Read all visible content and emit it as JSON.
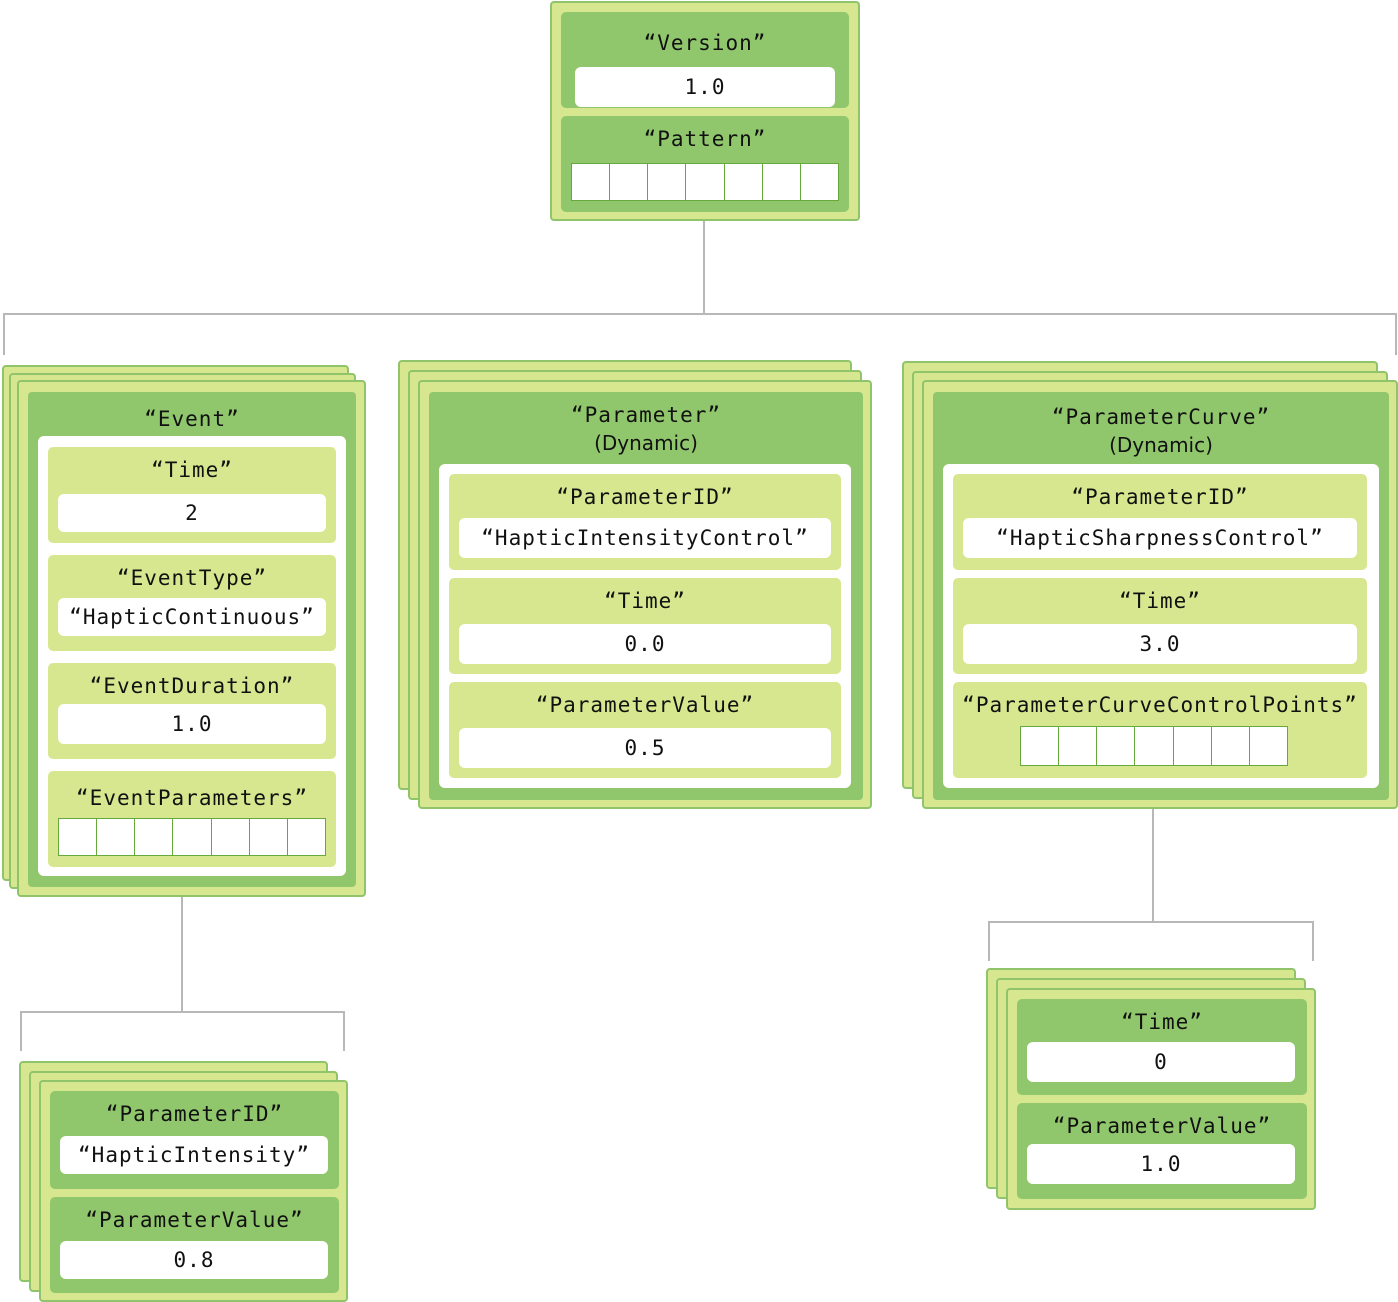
{
  "root": {
    "version_key": "“Version”",
    "version_value": "1.0",
    "pattern_key": "“Pattern”"
  },
  "event": {
    "title": "“Event”",
    "time_key": "“Time”",
    "time_value": "2",
    "type_key": "“EventType”",
    "type_value": "“HapticContinuous”",
    "duration_key": "“EventDuration”",
    "duration_value": "1.0",
    "params_key": "“EventParameters”"
  },
  "event_parameter": {
    "id_key": "“ParameterID”",
    "id_value": "“HapticIntensity”",
    "value_key": "“ParameterValue”",
    "value_value": "0.8"
  },
  "parameter": {
    "title": "“Parameter”",
    "subtitle": "(Dynamic)",
    "id_key": "“ParameterID”",
    "id_value": "“HapticIntensityControl”",
    "time_key": "“Time”",
    "time_value": "0.0",
    "value_key": "“ParameterValue”",
    "value_value": "0.5"
  },
  "parameter_curve": {
    "title": "“ParameterCurve”",
    "subtitle": "(Dynamic)",
    "id_key": "“ParameterID”",
    "id_value": "“HapticSharpnessControl”",
    "time_key": "“Time”",
    "time_value": "3.0",
    "points_key": "“ParameterCurveControlPoints”"
  },
  "control_point": {
    "time_key": "“Time”",
    "time_value": "0",
    "value_key": "“ParameterValue”",
    "value_value": "1.0"
  },
  "colors": {
    "dark_green": "#91c76c",
    "light_green": "#d7e78f",
    "border_green": "#8fc46a",
    "connector": "#b8b8b8"
  }
}
